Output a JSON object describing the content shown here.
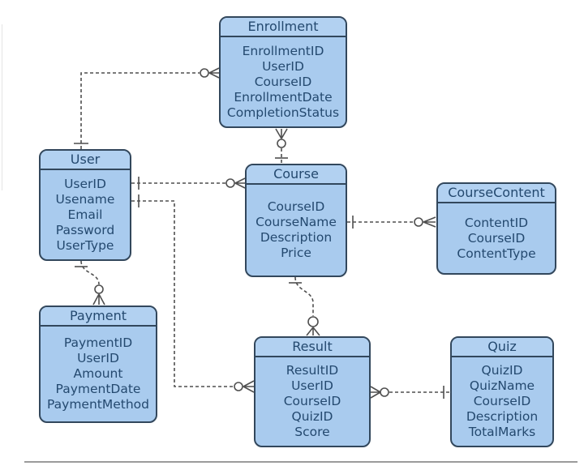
{
  "diagram_type": "entity-relationship",
  "colors": {
    "entity_fill": "#a9cbee",
    "entity_header_fill": "#b2d1f1",
    "entity_border": "#32475c",
    "entity_text": "#24496f",
    "connector": "#4f4f4f",
    "background": "#ffffff"
  },
  "entities": [
    {
      "id": "enrollment",
      "title": "Enrollment",
      "fields": [
        "EnrollmentID",
        "UserID",
        "CourseID",
        "EnrollmentDate",
        "CompletionStatus"
      ]
    },
    {
      "id": "user",
      "title": "User",
      "fields": [
        "UserID",
        "Usename",
        "Email",
        "Password",
        "UserType"
      ]
    },
    {
      "id": "course",
      "title": "Course",
      "fields": [
        "CourseID",
        "CourseName",
        "Description",
        "Price"
      ]
    },
    {
      "id": "coursecontent",
      "title": "CourseContent",
      "fields": [
        "ContentID",
        "CourseID",
        "ContentType"
      ]
    },
    {
      "id": "payment",
      "title": "Payment",
      "fields": [
        "PaymentID",
        "UserID",
        "Amount",
        "PaymentDate",
        "PaymentMethod"
      ]
    },
    {
      "id": "result",
      "title": "Result",
      "fields": [
        "ResultID",
        "UserID",
        "CourseID",
        "QuizID",
        "Score"
      ]
    },
    {
      "id": "quiz",
      "title": "Quiz",
      "fields": [
        "QuizID",
        "QuizName",
        "CourseID",
        "Description",
        "TotalMarks"
      ]
    }
  ],
  "relationships": [
    {
      "from": "User",
      "to": "Enrollment",
      "from_cardinality": "one",
      "to_cardinality": "zero-or-many",
      "line_style": "dashed"
    },
    {
      "from": "Course",
      "to": "Enrollment",
      "from_cardinality": "one",
      "to_cardinality": "zero-or-many",
      "line_style": "dashed"
    },
    {
      "from": "User",
      "to": "Course",
      "from_cardinality": "one",
      "to_cardinality": "zero-or-many",
      "line_style": "dashed"
    },
    {
      "from": "User",
      "to": "Payment",
      "from_cardinality": "one",
      "to_cardinality": "zero-or-many",
      "line_style": "dashed"
    },
    {
      "from": "User",
      "to": "Result",
      "from_cardinality": "one",
      "to_cardinality": "zero-or-many",
      "line_style": "dashed"
    },
    {
      "from": "Course",
      "to": "CourseContent",
      "from_cardinality": "one",
      "to_cardinality": "zero-or-many",
      "line_style": "dashed"
    },
    {
      "from": "Course",
      "to": "Result",
      "from_cardinality": "one",
      "to_cardinality": "zero-or-many",
      "line_style": "dashed"
    },
    {
      "from": "Quiz",
      "to": "Result",
      "from_cardinality": "one",
      "to_cardinality": "zero-or-many",
      "line_style": "dashed"
    }
  ]
}
